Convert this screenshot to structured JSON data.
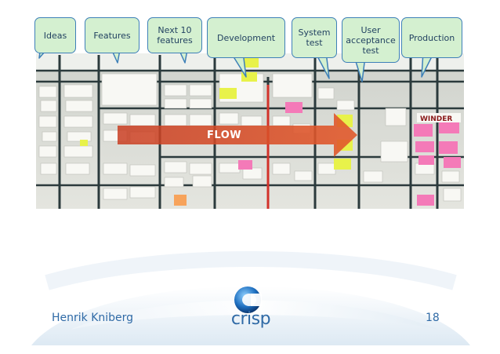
{
  "columns": [
    {
      "label": "Ideas"
    },
    {
      "label": "Features"
    },
    {
      "label": "Next 10\nfeatures"
    },
    {
      "label": "Development"
    },
    {
      "label": "System\ntest"
    },
    {
      "label": "User\nacceptance\ntest"
    },
    {
      "label": "Production"
    }
  ],
  "board": {
    "flow_label": "FLOW"
  },
  "footer": {
    "author": "Henrik Kniberg",
    "page_number": "18",
    "logo_text": "crisp"
  },
  "colors": {
    "bubble_fill": "#d4f0d0",
    "bubble_border": "#3e80b8",
    "text_blue": "#2f6aa6",
    "arrow_red": "#d9472a",
    "sticky_pink": "#f47ab8",
    "sticky_yellow": "#e8f24a",
    "sticky_orange": "#f7a35b"
  }
}
